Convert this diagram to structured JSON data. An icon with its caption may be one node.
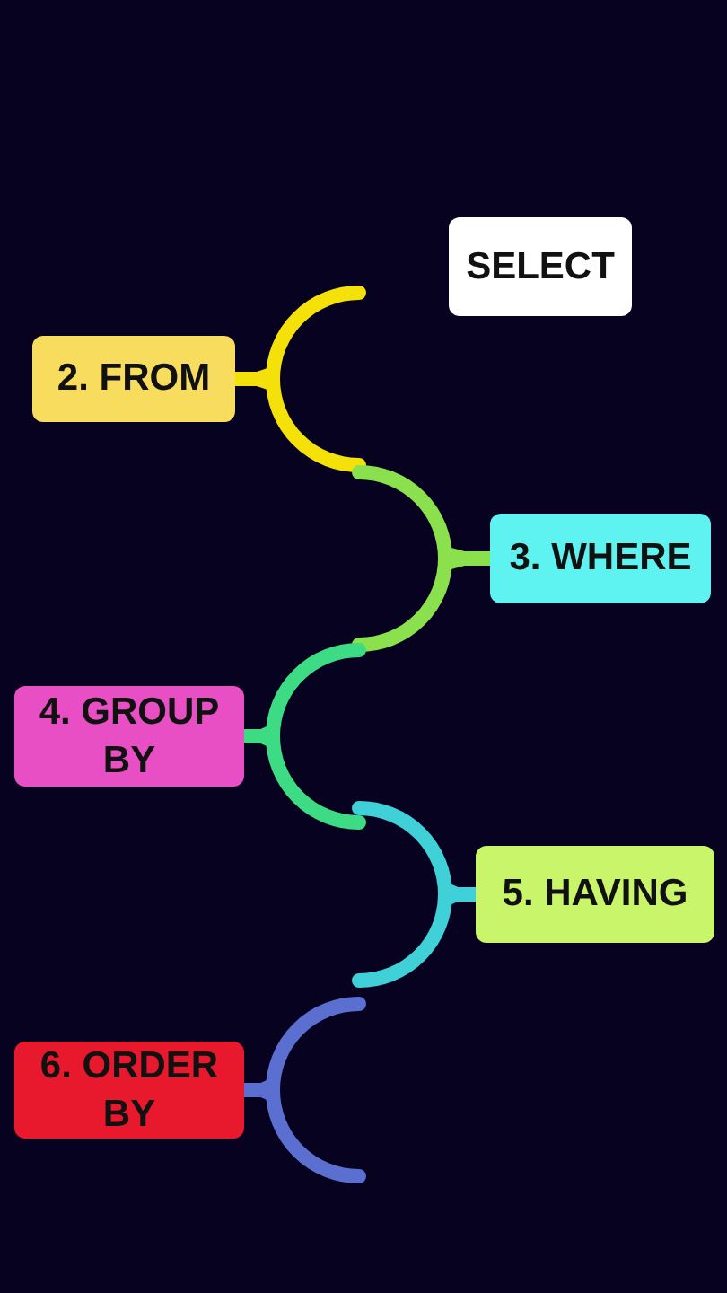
{
  "diagram": {
    "nodes": [
      {
        "text": [
          "SELECT"
        ]
      },
      {
        "text": [
          "2. FROM"
        ]
      },
      {
        "text": [
          "3. WHERE"
        ]
      },
      {
        "text": [
          "4. GROUP BY"
        ]
      },
      {
        "text": [
          "5. HAVING"
        ]
      },
      {
        "text": [
          "6. ORDER BY"
        ]
      }
    ],
    "edges": [
      {
        "from": null,
        "to": 1,
        "arrow": "to",
        "color": "#f5e10a"
      },
      {
        "from": null,
        "to": 2,
        "arrow": "to",
        "color": "#8be04e"
      },
      {
        "from": null,
        "to": 3,
        "arrow": "to",
        "color": "#3ddc84"
      },
      {
        "from": null,
        "to": 4,
        "arrow": "to",
        "color": "#3fd0d8"
      },
      {
        "from": null,
        "to": 5,
        "arrow": "to",
        "color": "#5b6fd0"
      }
    ]
  }
}
